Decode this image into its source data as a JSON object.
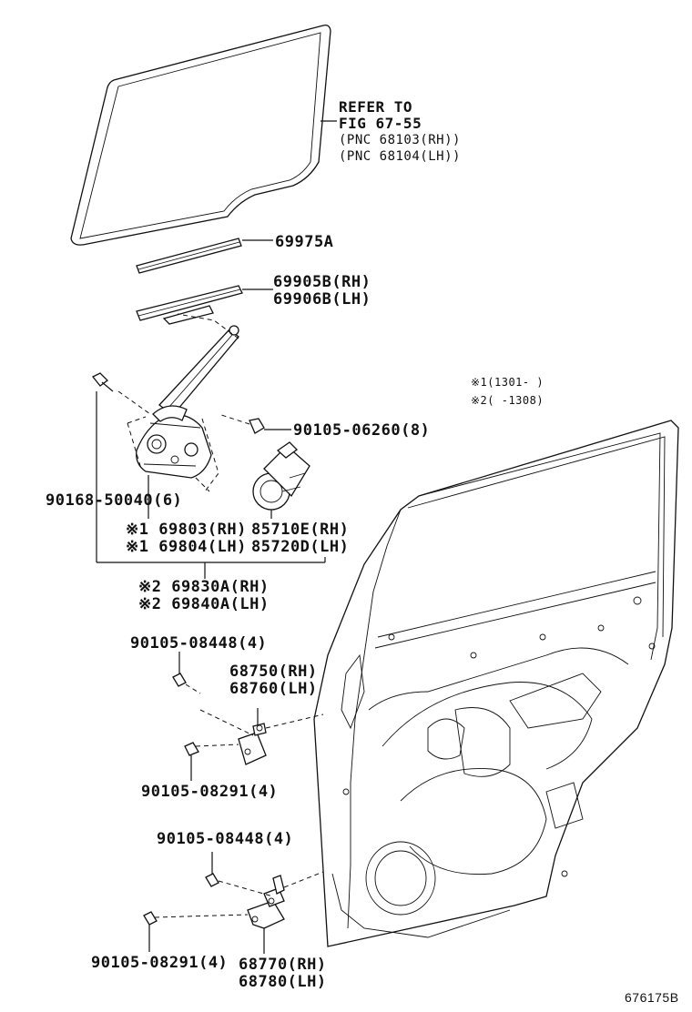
{
  "refer_note": {
    "line1": "REFER TO",
    "line2": "FIG 67-55",
    "line3": "(PNC 68103(RH))",
    "line4": "(PNC 68104(LH))"
  },
  "legend": {
    "note1": "※1(1301-    )",
    "note2": "※2(    -1308)"
  },
  "parts": {
    "p69975A": "69975A",
    "p69905B": "69905B(RH)",
    "p69906B": "69906B(LH)",
    "p90105_06260": "90105-06260(8)",
    "p90168_50040": "90168-50040(6)",
    "p69803": "※1 69803(RH)",
    "p69804": "※1 69804(LH)",
    "p85710E": "85710E(RH)",
    "p85720D": "85720D(LH)",
    "p69830A": "※2 69830A(RH)",
    "p69840A": "※2 69840A(LH)",
    "p90105_08448_a": "90105-08448(4)",
    "p68750": "68750(RH)",
    "p68760": "68760(LH)",
    "p90105_08291_a": "90105-08291(4)",
    "p90105_08448_b": "90105-08448(4)",
    "p90105_08291_b": "90105-08291(4)",
    "p68770": "68770(RH)",
    "p68780": "68780(LH)"
  },
  "figure_id": "676175B"
}
